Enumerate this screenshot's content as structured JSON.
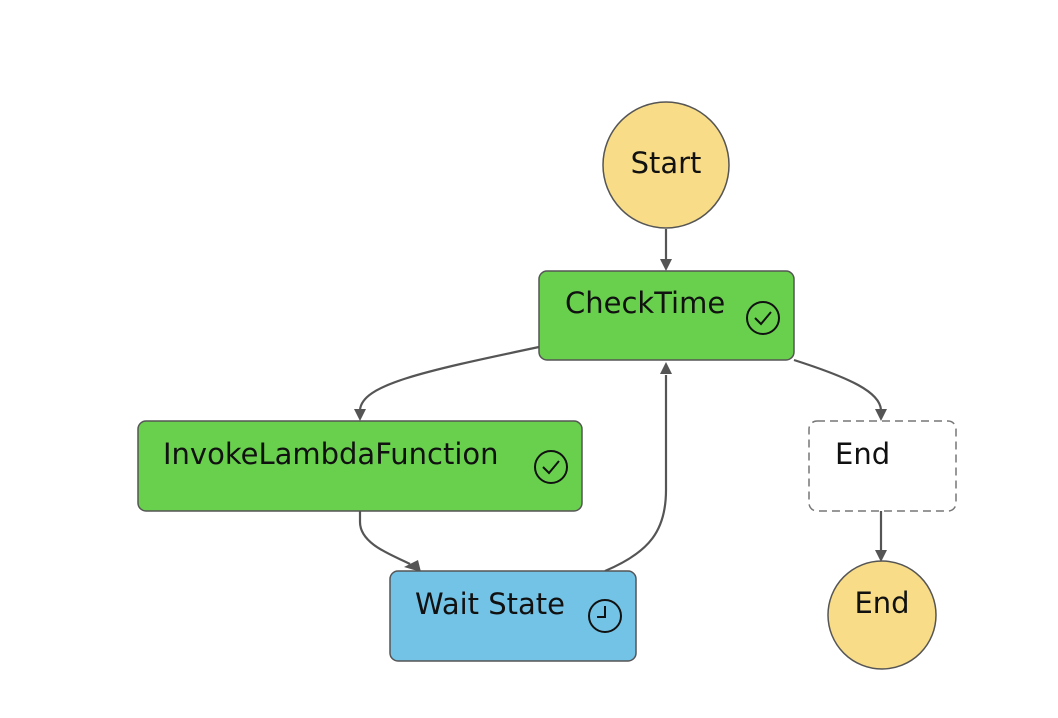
{
  "diagram": {
    "nodes": {
      "start": {
        "label": "Start",
        "color": "#f8dc87"
      },
      "check_time": {
        "label": "CheckTime",
        "color": "#68d04d",
        "status_icon": "check-circle-icon"
      },
      "invoke_lambda": {
        "label": "InvokeLambdaFunction",
        "color": "#68d04d",
        "status_icon": "check-circle-icon"
      },
      "wait_state": {
        "label": "Wait State",
        "color": "#73c3e6",
        "status_icon": "clock-icon"
      },
      "end_state": {
        "label": "End",
        "color": "#ffffff",
        "border": "dashed"
      },
      "end": {
        "label": "End",
        "color": "#f8dc87"
      }
    },
    "edges": [
      {
        "from": "Start",
        "to": "CheckTime"
      },
      {
        "from": "CheckTime",
        "to": "InvokeLambdaFunction"
      },
      {
        "from": "CheckTime",
        "to": "End"
      },
      {
        "from": "InvokeLambdaFunction",
        "to": "Wait State"
      },
      {
        "from": "Wait State",
        "to": "CheckTime"
      },
      {
        "from": "End",
        "to": "End"
      }
    ],
    "colors": {
      "succeeded": "#68d04d",
      "in_progress": "#73c3e6",
      "start_end": "#f8dc87",
      "edge": "#555555"
    }
  }
}
